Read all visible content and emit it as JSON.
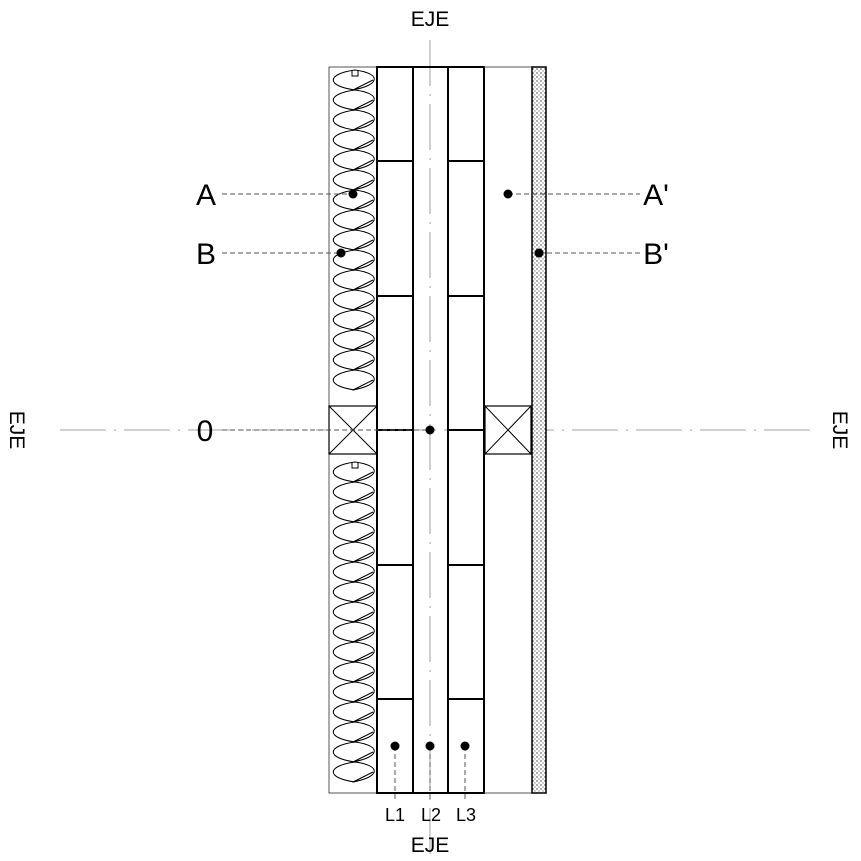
{
  "axis_label": "EJE",
  "points": {
    "a": "A",
    "a_prime": "A'",
    "b": "B",
    "b_prime": "B'",
    "origin": "0"
  },
  "layers": [
    "L1",
    "L2",
    "L3"
  ],
  "colors": {
    "stroke": "#000000",
    "axis_line": "#a0a0a0",
    "background": "#ffffff"
  }
}
